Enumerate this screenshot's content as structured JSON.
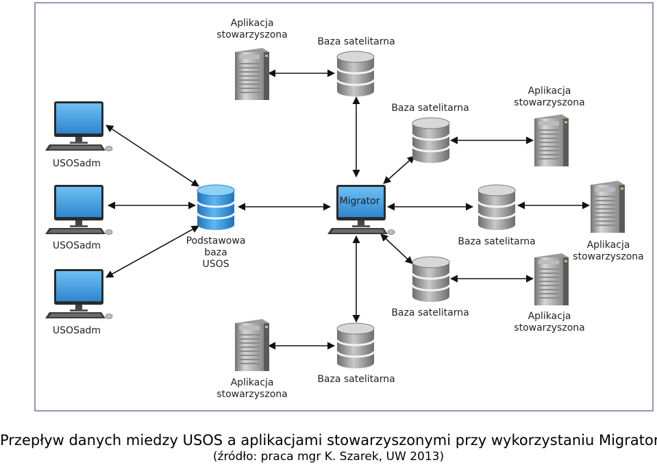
{
  "diagram": {
    "main_db_label_lines": [
      "Podstawowa",
      "baza",
      "USOS"
    ],
    "migrator_label": "Migrator",
    "admin_label": "USOSadm",
    "satellite_label": "Baza satelitarna",
    "app_label_lines": [
      "Aplikacja",
      "stowarzyszona"
    ]
  },
  "caption": {
    "title": "Przepływ danych miedzy USOS a aplikacjami stowarzyszonymi przy wykorzystaniu Migratora.",
    "source": "(źródło: praca mgr K. Szarek, UW 2013)"
  },
  "colors": {
    "frame": "#a18fb6",
    "screen": "#4aa3e0",
    "main_db": "#2f8fd6",
    "satellite_db": "#8f8f8f"
  }
}
